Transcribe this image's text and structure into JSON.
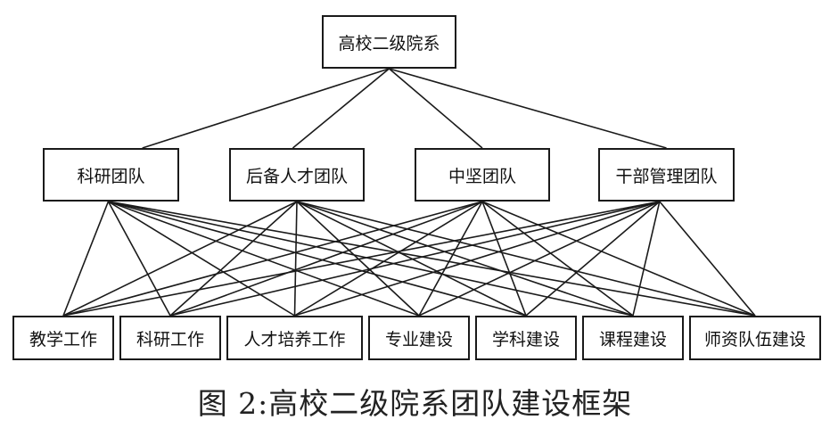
{
  "root": {
    "label": "高校二级院系"
  },
  "teams": [
    {
      "label": "科研团队"
    },
    {
      "label": "后备人才团队"
    },
    {
      "label": "中坚团队"
    },
    {
      "label": "干部管理团队"
    }
  ],
  "tasks": [
    {
      "label": "教学工作"
    },
    {
      "label": "科研工作"
    },
    {
      "label": "人才培养工作"
    },
    {
      "label": "专业建设"
    },
    {
      "label": "学科建设"
    },
    {
      "label": "课程建设"
    },
    {
      "label": "师资队伍建设"
    }
  ],
  "caption": "图 2:高校二级院系团队建设框架"
}
